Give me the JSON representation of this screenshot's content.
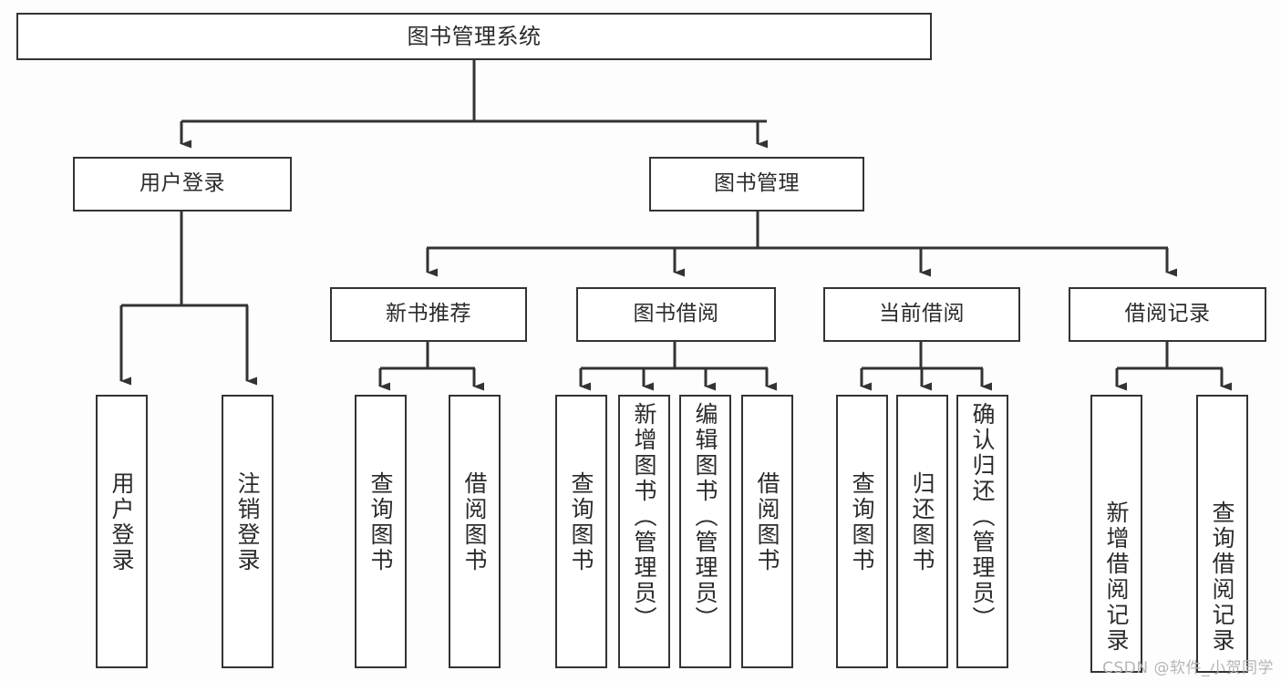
{
  "diagram": {
    "title": "图书管理系统",
    "type": "tree-hierarchy-chart",
    "colors": {
      "background": "#fdfdfd",
      "node_fill": "#ffffff",
      "node_stroke": "#333333",
      "edge_stroke": "#333333",
      "text": "#2b2b2b",
      "watermark": "#b5b5b5"
    },
    "watermark": "CSDN @软件_小贺同学",
    "nodes": {
      "root": {
        "label": "图书管理系统"
      },
      "level2": [
        {
          "label": "用户登录"
        },
        {
          "label": "图书管理"
        }
      ],
      "level3": [
        {
          "label": "新书推荐"
        },
        {
          "label": "图书借阅"
        },
        {
          "label": "当前借阅"
        },
        {
          "label": "借阅记录"
        }
      ],
      "leaves_user_login": [
        {
          "label": "用户登录"
        },
        {
          "label": "注销登录"
        }
      ],
      "leaves_new_book": [
        {
          "label": "查询图书"
        },
        {
          "label": "借阅图书"
        }
      ],
      "leaves_borrow": [
        {
          "label": "查询图书"
        },
        {
          "label": "新增图书（管理员）"
        },
        {
          "label": "编辑图书（管理员）"
        },
        {
          "label": "借阅图书"
        }
      ],
      "leaves_current": [
        {
          "label": "查询图书"
        },
        {
          "label": "归还图书"
        },
        {
          "label": "确认归还（管理员）"
        }
      ],
      "leaves_records": [
        {
          "label": "新增借阅记录"
        },
        {
          "label": "查询借阅记录"
        }
      ]
    }
  }
}
